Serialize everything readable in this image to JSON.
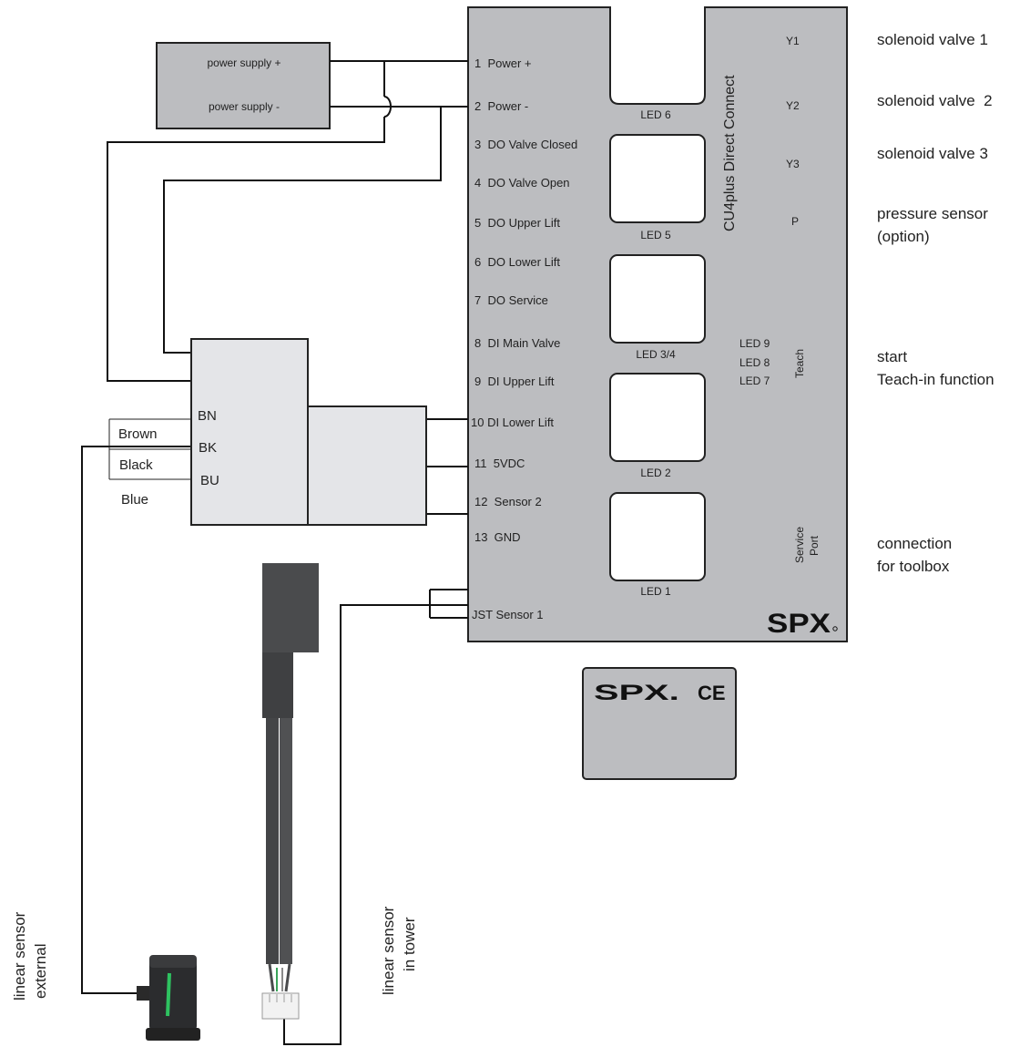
{
  "controller": {
    "title": "CU4plus Direct Connect",
    "terminals": [
      "1  Power +",
      "2  Power -",
      "3  DO Valve Closed",
      "4  DO Valve Open",
      "5  DO Upper Lift",
      "6  DO Lower Lift",
      "7  DO Service",
      "8  DI Main Valve",
      "9  DI Upper Lift",
      "10 DI Lower Lift",
      "11  5VDC",
      "12  Sensor 2",
      "13  GND",
      "JST Sensor 1"
    ],
    "leds": [
      "LED 6",
      "LED 5",
      "LED 3/4",
      "LED 2",
      "LED 1"
    ],
    "right_pins": [
      "Y1",
      "Y2",
      "Y3",
      "P"
    ],
    "teach_leds": [
      "LED 9",
      "LED 8",
      "LED 7"
    ],
    "teach_label": "Teach",
    "service_port_label": [
      "Service",
      "Port"
    ],
    "logo": "SPX"
  },
  "power_supply": {
    "plus": "power supply +",
    "minus": "power supply -"
  },
  "connector": {
    "pins": [
      "BN",
      "BK",
      "BU"
    ],
    "wire_colors": [
      "Brown",
      "Black",
      "Blue"
    ]
  },
  "annotations": [
    [
      "solenoid valve 1"
    ],
    [
      "solenoid valve  2"
    ],
    [
      "solenoid valve 3"
    ],
    [
      "pressure sensor",
      "(option)"
    ],
    [
      "start",
      "Teach-in function"
    ],
    [
      "connection",
      "for toolbox"
    ]
  ],
  "sensors": {
    "external": [
      "linear sensor",
      "external"
    ],
    "tower": [
      "linear sensor",
      "in tower"
    ]
  },
  "label_plate": {
    "logo": "SPX.",
    "mark": "CE"
  }
}
